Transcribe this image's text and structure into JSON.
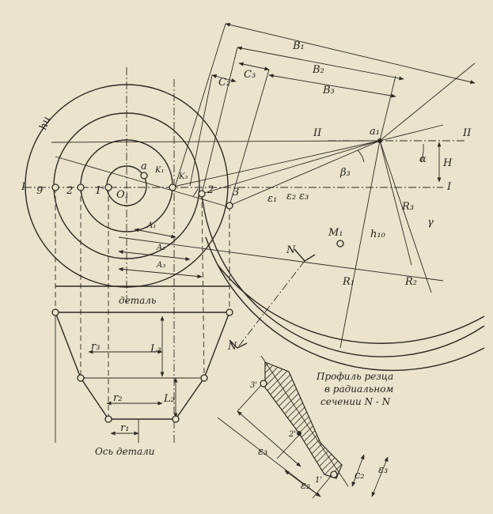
{
  "labels": {
    "B1": "B₁",
    "B2": "B₂",
    "B3": "B₃",
    "C2": "C₂",
    "C3": "C₃",
    "hu": "hu",
    "I_left": "I",
    "I_right": "I",
    "II_left": "II",
    "II_right": "II",
    "O1": "O₁",
    "a": "a",
    "a1": "a₁",
    "pt9": "9",
    "pt2": "2",
    "pt1": "1'",
    "pt2b": "2",
    "pt3": "3",
    "alpha": "α",
    "H": "H",
    "gamma": "γ",
    "beta3": "β₃",
    "e1": "ε₁",
    "e2": "ε₂",
    "e3": "ε₃",
    "R3": "R₃",
    "R2": "R₂",
    "R1": "R₁",
    "h10": "h₁₀",
    "M1": "M₁",
    "A1": "A₁",
    "A2": "A₂",
    "A3": "A₃",
    "K1": "K₁",
    "K3": "K₃",
    "N_top": "N",
    "N_mid": "N",
    "detail": "деталь",
    "L3": "L₃",
    "L2": "L₂",
    "r3": "r₃",
    "r2": "r₂",
    "r1": "r₁",
    "axis": "Ось детали",
    "profile": [
      "Профиль резца",
      "в радиальном",
      "сечении N - N"
    ],
    "p3": "3'",
    "p1": "1'",
    "p2": "2'",
    "e3b": "ε₃",
    "e2b": "ε₂",
    "c3": "ε₃",
    "c2": "c₂"
  }
}
